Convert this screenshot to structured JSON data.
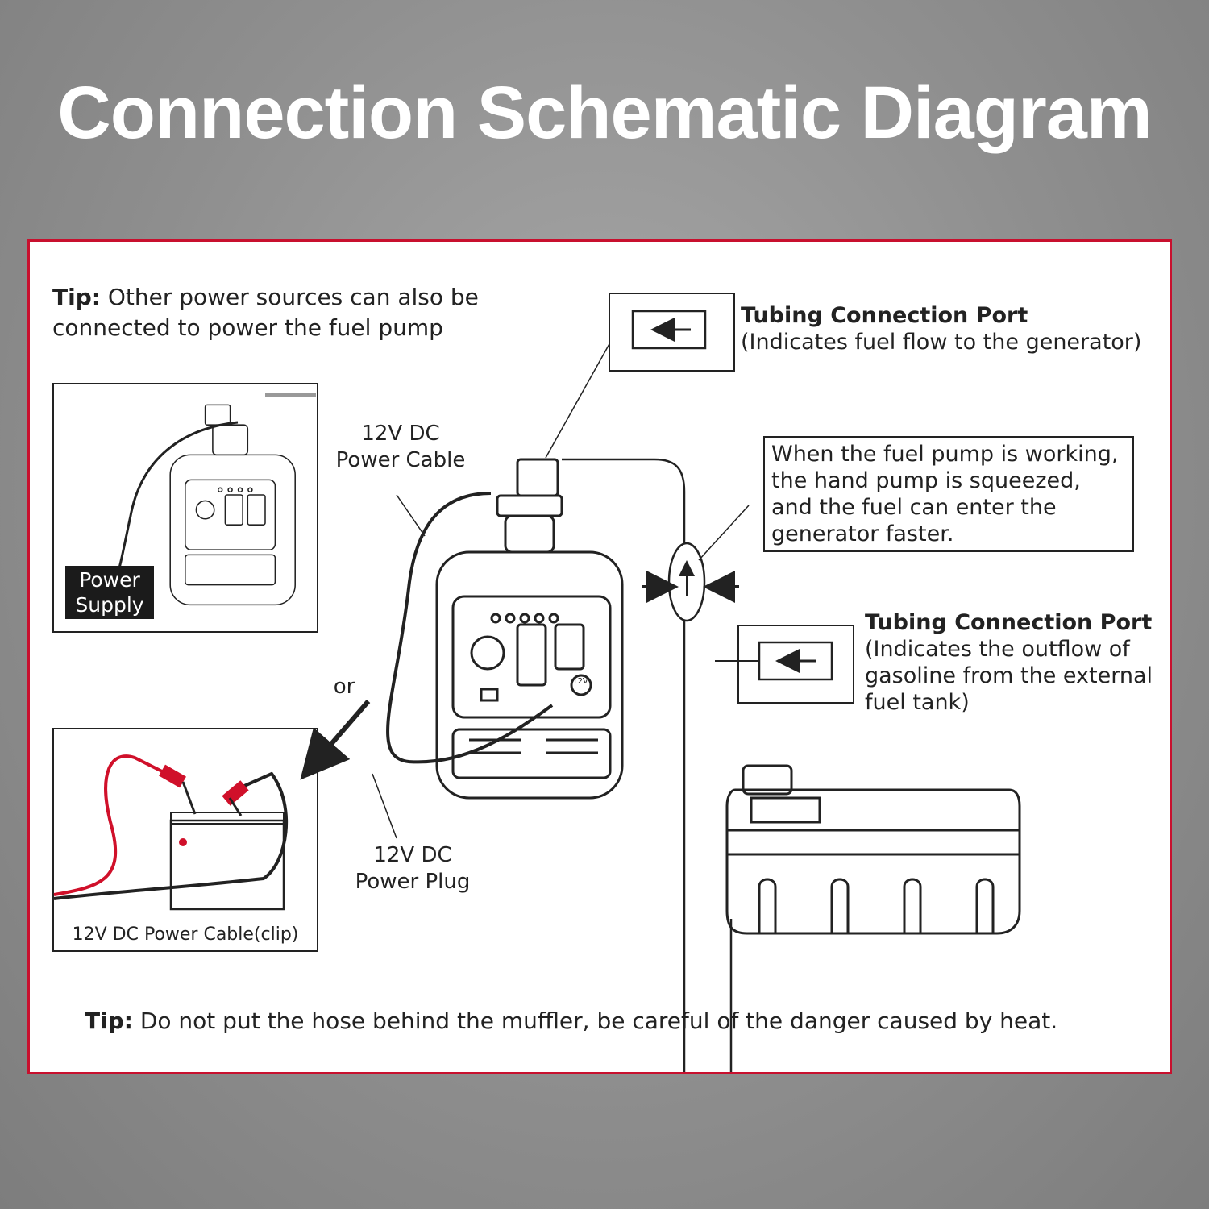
{
  "title": "Connection Schematic Diagram",
  "tips": {
    "top_label": "Tip:",
    "top_text": " Other power sources can also be connected to power the fuel pump",
    "bottom_label": "Tip:",
    "bottom_text": " Do not put the hose behind the muffler, be careful of the danger caused by heat."
  },
  "labels": {
    "power_supply_line1": "Power",
    "power_supply_line2": "Supply",
    "cable_line1": "12V DC",
    "cable_line2": "Power Cable",
    "plug_line1": "12V DC",
    "plug_line2": "Power Plug",
    "or": "or",
    "clip_caption": "12V DC Power Cable(clip)",
    "port_badge": "12V"
  },
  "ports": {
    "top": {
      "heading": "Tubing Connection Port",
      "description": "(Indicates fuel flow to the generator)"
    },
    "bottom": {
      "heading": "Tubing Connection Port",
      "description": "(Indicates the outflow of gasoline from the external fuel tank)"
    }
  },
  "note": "When the fuel pump is working, the hand pump is squeezed, and the fuel can enter the generator faster.",
  "colors": {
    "frame": "#c8102e",
    "title": "#ffffff",
    "ink": "#222222",
    "clip_cable": "#d0102a"
  }
}
